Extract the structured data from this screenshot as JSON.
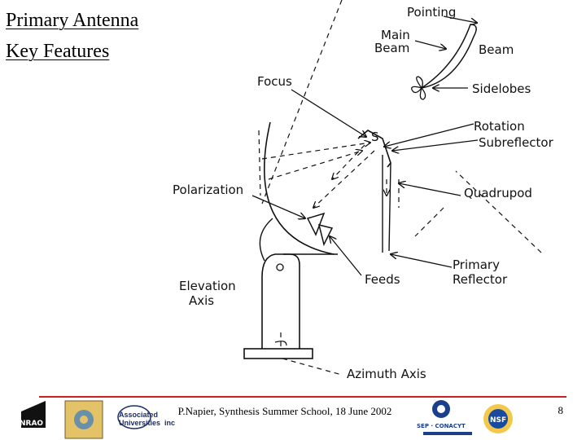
{
  "slide": {
    "title_line1": "Primary Antenna",
    "title_line2": "Key Features",
    "footer": "P.Napier, Synthesis Summer School, 18 June 2002",
    "page_number": "8"
  },
  "labels": {
    "pointing": "Pointing",
    "main": "Main",
    "beam_main": "Beam",
    "beam": "Beam",
    "sidelobes": "Sidelobes",
    "focus": "Focus",
    "rotation": "Rotation",
    "subreflector": "Subreflector",
    "polarization": "Polarization",
    "quadrupod": "Quadrupod",
    "primary": "Primary",
    "reflector": "Reflector",
    "feeds": "Feeds",
    "elevation": "Elevation",
    "axis": "Axis",
    "azimuth_axis": "Azimuth Axis"
  },
  "logos": {
    "nrao": "NRAO",
    "aui_line1": "Associated",
    "aui_line2": "Universities",
    "aui_suffix": "inc",
    "conacyt": "SEP · CONACYT",
    "nsf": "NSF"
  },
  "colors": {
    "accent_rule": "#cc1f1f",
    "ink": "#111111"
  }
}
